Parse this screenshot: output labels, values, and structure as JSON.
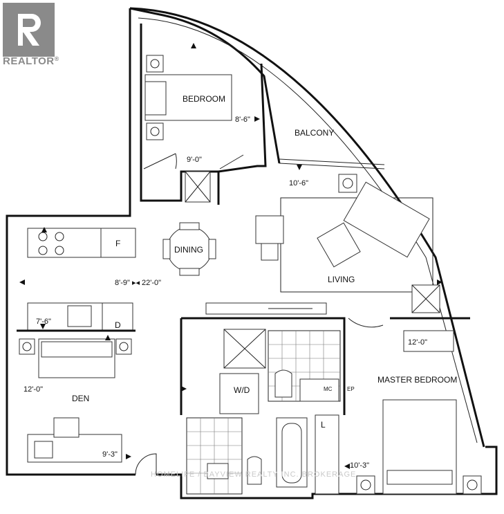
{
  "logo": {
    "text": "REALTOR",
    "mark": "®"
  },
  "rooms": {
    "bedroom": "BEDROOM",
    "balcony": "BALCONY",
    "dining": "DINING",
    "living": "LIVING",
    "den": "DEN",
    "master_bedroom": "MASTER BEDROOM",
    "wd": "W/D"
  },
  "fixtures": {
    "fridge": "F",
    "dishwasher": "D",
    "linen": "L",
    "mc": "MC",
    "ep": "EP"
  },
  "dimensions": {
    "bedroom_width": "8'-6\"",
    "bedroom_length": "9'-0\"",
    "balcony_width": "10'-6\"",
    "kitchen_living": "8'-9\" ▸◂ 22'-0\"",
    "kitchen_counter": "7'-6\"",
    "master_length": "12'-0\"",
    "den_length": "12'-0\"",
    "den_width": "9'-3\"",
    "master_width": "10'-3\""
  },
  "watermark": "HOMELIFE / BAYVIEW REALTY INC. BROKERAGE"
}
